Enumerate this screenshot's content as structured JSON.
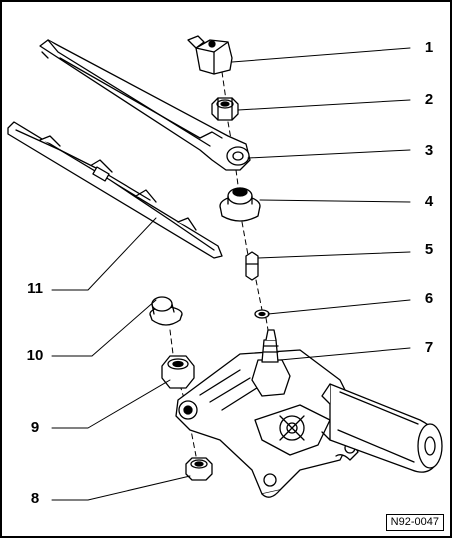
{
  "callouts": [
    {
      "id": "c1",
      "number": "1"
    },
    {
      "id": "c2",
      "number": "2"
    },
    {
      "id": "c3",
      "number": "3"
    },
    {
      "id": "c4",
      "number": "4"
    },
    {
      "id": "c5",
      "number": "5"
    },
    {
      "id": "c6",
      "number": "6"
    },
    {
      "id": "c7",
      "number": "7"
    },
    {
      "id": "c8",
      "number": "8"
    },
    {
      "id": "c9",
      "number": "9"
    },
    {
      "id": "c10",
      "number": "10"
    },
    {
      "id": "c11",
      "number": "11"
    }
  ],
  "reference_code": "N92-0047"
}
